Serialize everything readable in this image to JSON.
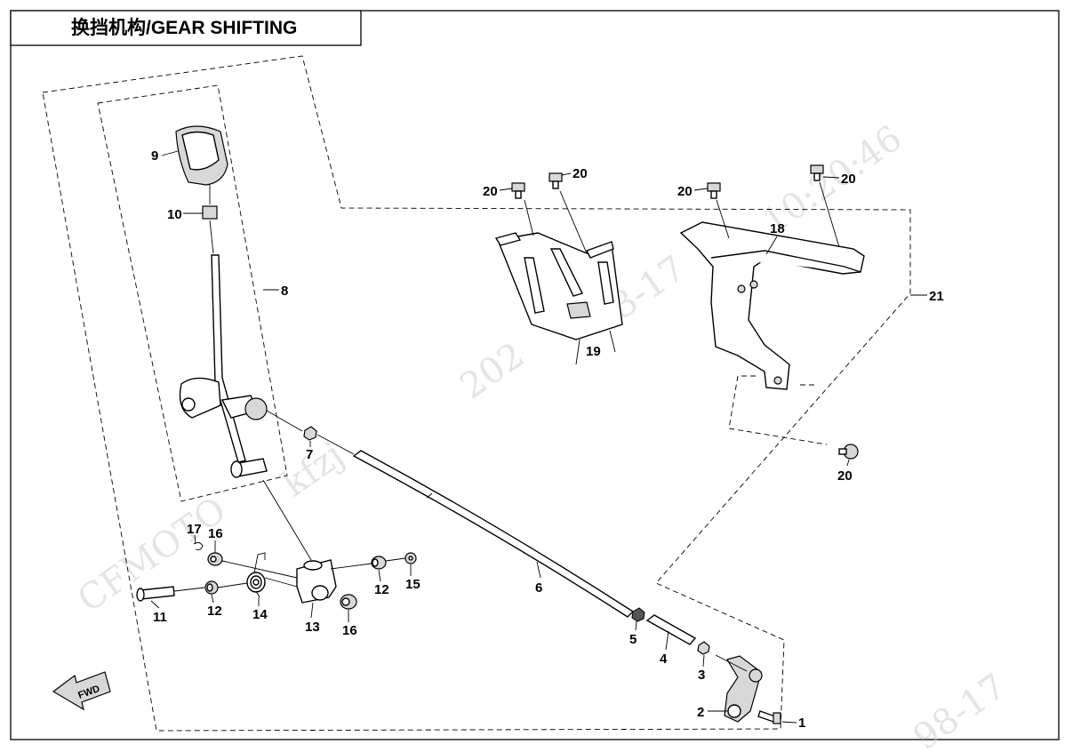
{
  "title": "换挡机构/GEAR SHIFTING",
  "watermark": {
    "brand": "CFMOTO",
    "user": "kfzj",
    "date_fragment": "202",
    "time_fragment": "10:20:46",
    "time_fragment_pre": "3-17",
    "date_fragment_bottom": "98-17"
  },
  "fwd_label": "FWD",
  "callouts": {
    "c1": "1",
    "c2": "2",
    "c3": "3",
    "c4": "4",
    "c5": "5",
    "c6": "6",
    "c7": "7",
    "c8": "8",
    "c9": "9",
    "c10": "10",
    "c11": "11",
    "c12a": "12",
    "c12b": "12",
    "c13": "13",
    "c14": "14",
    "c15": "15",
    "c16a": "16",
    "c16b": "16",
    "c17": "17",
    "c18": "18",
    "c19": "19",
    "c20a": "20",
    "c20b": "20",
    "c20c": "20",
    "c20d": "20",
    "c20e": "20",
    "c21": "21"
  }
}
